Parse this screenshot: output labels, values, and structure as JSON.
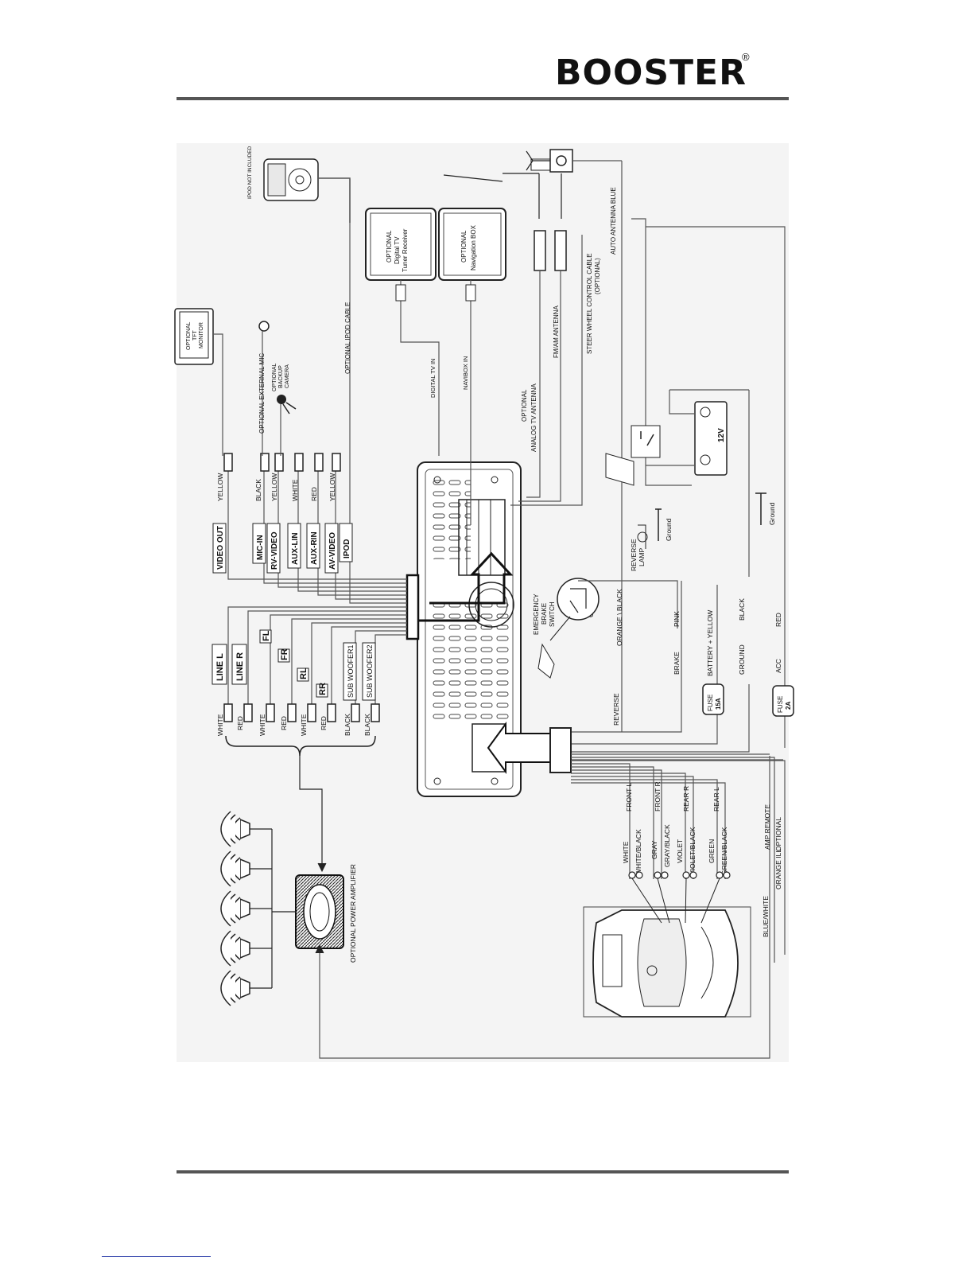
{
  "header": {
    "brand": "BOOSTER",
    "registered": "®"
  },
  "diagram": {
    "devices": {
      "ipod": "IPOD NOT INCLUDED",
      "monitor": [
        "OPTIONAL",
        "TFT",
        "MONITOR"
      ],
      "tv_receiver": [
        "OPTIONAL",
        "Digital TV",
        "Tuner Receiver"
      ],
      "nav_box": [
        "OPTIONAL",
        "Navigation BOX"
      ],
      "amplifier": "OPTIONAL POWER AMPLIFIER",
      "battery": "12V",
      "ground": "Ground",
      "reverse_lamp": [
        "REVERSE",
        "LAMP"
      ],
      "brake_switch": [
        "EMERGENCY",
        "BRAKE",
        "SWITCH"
      ]
    },
    "left_labels": {
      "video_out": "VIDEO OUT",
      "mic_in": "MIC-IN",
      "rv_video": "RV-VIDEO",
      "aux_lin": "AUX-LIN",
      "aux_rin": "AUX-RIN",
      "av_video": "AV-VIDEO",
      "ipod": "IPOD",
      "line_l": "LINE L",
      "line_r": "LINE R",
      "fl": "FL",
      "fr": "FR",
      "rl": "RL",
      "rr": "RR",
      "sub1": "SUB WOOFER1",
      "sub2": "SUB WOOFER2"
    },
    "jack_colors": {
      "yellow": "YELLOW",
      "black": "BLACK",
      "white": "WHITE",
      "red": "RED"
    },
    "top_cables": {
      "optional_ipod_cable": "OPTIONAL IPOD CABLE",
      "optional_external_mic": "OPTIONAL EXTERNAL MIC",
      "optional_backup_camera": [
        "OPTIONAL",
        "BACKUP",
        "CAMERA"
      ],
      "digital_tv_in": "DIGITAL TV IN",
      "navibox_in": "NAVIBOX IN",
      "analog_tv_antenna": [
        "OPTIONAL",
        "ANALOG TV ANTENNA"
      ],
      "fm_am_antenna": "FM/AM ANTENNA",
      "steer_wheel": [
        "STEER WHEEL CONTROL CABLE",
        "(OPTIONAL)"
      ],
      "auto_antenna": "AUTO ANTENNA BLUE"
    },
    "power_wires": {
      "reverse": "REVERSE",
      "orange_black": "ORANGE \\ BLACK",
      "brake": "BRAKE",
      "pink": "PINK",
      "battery_yellow": "BATTERY + YELLOW",
      "ground": "GROUND",
      "black": "BLACK",
      "acc": "ACC",
      "red": "RED",
      "fuse_15a": [
        "FUSE",
        "15A"
      ],
      "fuse_2a": [
        "FUSE",
        "2A"
      ]
    },
    "speaker_wires": {
      "front_l": "FRONT L",
      "front_r": "FRONT R",
      "rear_r": "REAR R",
      "rear_l": "REAR L",
      "white": "WHITE",
      "white_black": "WHITE/BLACK",
      "gray": "GRAY",
      "gray_black": "GRAY/BLACK",
      "violet": "VIOLET",
      "violet_black": "VIOLET/BLACK",
      "green": "GREEN",
      "green_black": "GREEN/BLACK",
      "amp_remote": "AMP REMOTE",
      "blue_white": "BLUE/WHITE",
      "orange_ill": "ORANGE ILL",
      "optional": "OPTIONAL"
    }
  }
}
